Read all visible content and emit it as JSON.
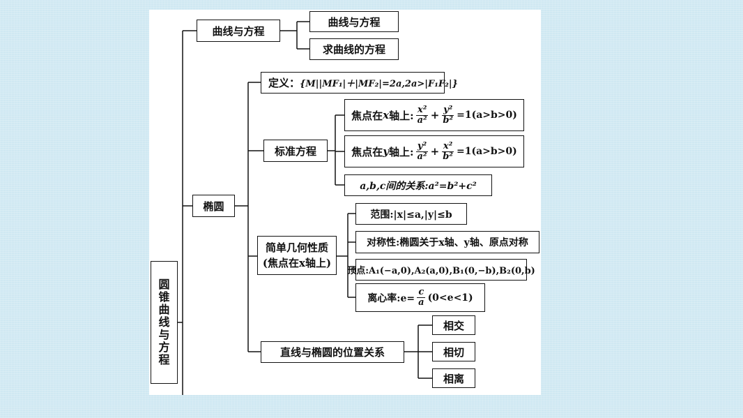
{
  "root": {
    "chars": [
      "圆",
      "锥",
      "曲",
      "线",
      "与",
      "方",
      "程"
    ]
  },
  "curve_eq": {
    "label": "曲线与方程",
    "children": [
      "曲线与方程",
      "求曲线的方程"
    ]
  },
  "ellipse": {
    "label": "椭圆",
    "definition": {
      "prefix": "定义：",
      "expr": "{M||MF₁|＋|MF₂|=2a,2a>|F₁F₂|}"
    },
    "standard_eq": {
      "label": "标准方程",
      "x_axis": {
        "prefix": "焦点在",
        "axis": "x",
        "suffix": "轴上:",
        "frac1_num": "x²",
        "frac1_den": "a²",
        "plus": "+",
        "frac2_num": "y²",
        "frac2_den": "b²",
        "tail": "=1(a>b>0)"
      },
      "y_axis": {
        "prefix": "焦点在",
        "axis": "y",
        "suffix": "轴上:",
        "frac1_num": "y²",
        "frac1_den": "a²",
        "plus": "+",
        "frac2_num": "x²",
        "frac2_den": "b²",
        "tail": "=1(a>b>0)"
      },
      "relation": "a,b,c间的关系:a²=b²+c²"
    },
    "geometry": {
      "label_line1": "简单几何性质",
      "label_line2": "(焦点在x轴上)",
      "range": "范围:|x|≤a,|y|≤b",
      "symmetry": "对称性:椭圆关于x轴、y轴、原点对称",
      "vertices": "顶点:A₁(−a,0),A₂(a,0),B₁(0,−b),B₂(0,b)",
      "eccentricity": {
        "prefix": "离心率:e=",
        "num": "c",
        "den": "a",
        "tail": "(0<e<1)"
      }
    },
    "line_relation": {
      "label": "直线与椭圆的位置关系",
      "children": [
        "相交",
        "相切",
        "相离"
      ]
    }
  }
}
